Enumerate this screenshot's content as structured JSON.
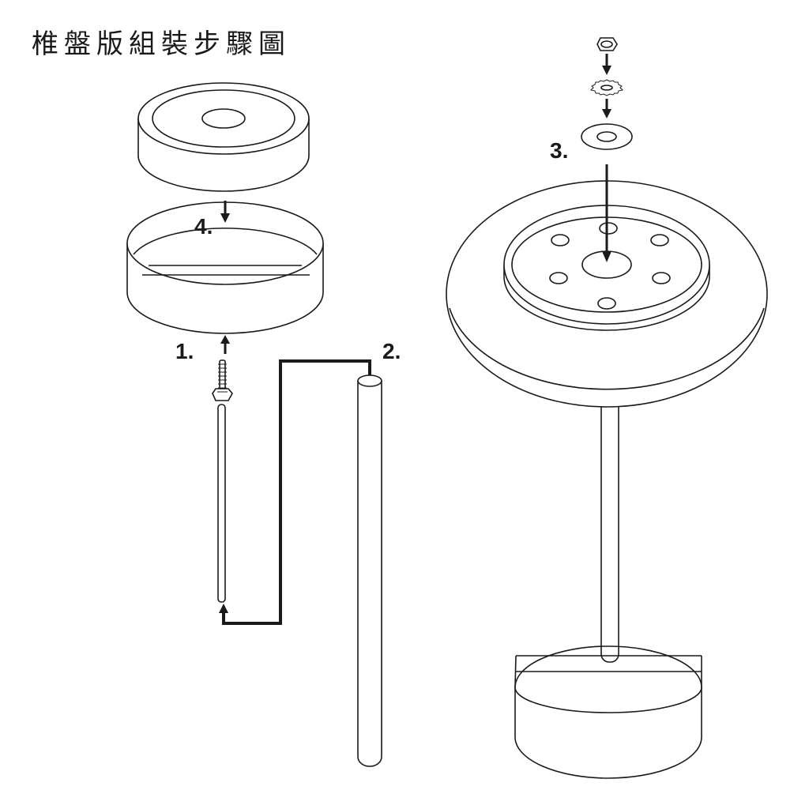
{
  "title": "椎盤版組裝步驟圖",
  "steps": {
    "s1": "1.",
    "s2": "2.",
    "s3": "3.",
    "s4": "4."
  },
  "parts": {
    "cap": "cap-cylinder",
    "ring": "open-ring-base",
    "bolt": "threaded-rod-with-nut",
    "tube": "tube",
    "hex_nut": "hex-nut",
    "lock_washer": "star-lock-washer",
    "flat_washer": "flat-washer",
    "tray": "round-tray",
    "pole": "center-pole",
    "foot": "base-foot"
  },
  "colors": {
    "line": "#1a1a1a",
    "fill": "#ffffff"
  }
}
